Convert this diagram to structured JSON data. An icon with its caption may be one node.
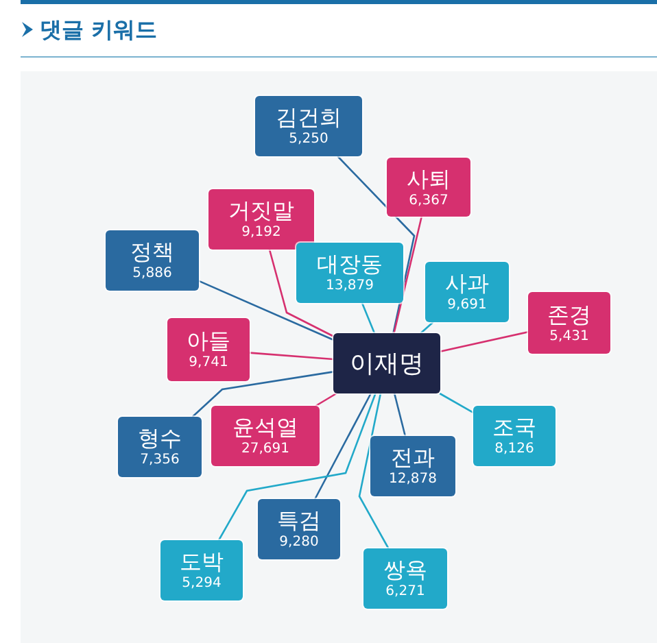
{
  "diagram": {
    "title": "댓글 키워드",
    "nodes": [
      {
        "text": [
          "김건희",
          "5,250"
        ]
      },
      {
        "text": [
          "사퇴",
          "6,367"
        ]
      },
      {
        "text": [
          "거짓말",
          "9,192"
        ]
      },
      {
        "text": [
          "정책",
          "5,886"
        ]
      },
      {
        "text": [
          "대장동",
          "13,879"
        ]
      },
      {
        "text": [
          "사과",
          "9,691"
        ]
      },
      {
        "text": [
          "존경",
          "5,431"
        ]
      },
      {
        "text": [
          "아들",
          "9,741"
        ]
      },
      {
        "text": [
          "이재명"
        ]
      },
      {
        "text": [
          "윤석열",
          "27,691"
        ]
      },
      {
        "text": [
          "형수",
          "7,356"
        ]
      },
      {
        "text": [
          "조국",
          "8,126"
        ]
      },
      {
        "text": [
          "전과",
          "12,878"
        ]
      },
      {
        "text": [
          "특검",
          "9,280"
        ]
      },
      {
        "text": [
          "도박",
          "5,294"
        ]
      },
      {
        "text": [
          "쌍욕",
          "6,271"
        ]
      }
    ],
    "edges": [
      {
        "from": 8,
        "to": 0,
        "arrow": "none",
        "color": "#2a6aa0"
      },
      {
        "from": 8,
        "to": 1,
        "arrow": "none",
        "color": "#d6306f"
      },
      {
        "from": 8,
        "to": 2,
        "arrow": "none",
        "color": "#d6306f"
      },
      {
        "from": 8,
        "to": 3,
        "arrow": "none",
        "color": "#2a6aa0"
      },
      {
        "from": 8,
        "to": 4,
        "arrow": "none",
        "color": "#22a9c9"
      },
      {
        "from": 8,
        "to": 5,
        "arrow": "none",
        "color": "#22a9c9"
      },
      {
        "from": 8,
        "to": 6,
        "arrow": "none",
        "color": "#d6306f"
      },
      {
        "from": 8,
        "to": 7,
        "arrow": "none",
        "color": "#d6306f"
      },
      {
        "from": 8,
        "to": 9,
        "arrow": "none",
        "color": "#d6306f"
      },
      {
        "from": 8,
        "to": 10,
        "arrow": "none",
        "color": "#2a6aa0"
      },
      {
        "from": 8,
        "to": 11,
        "arrow": "none",
        "color": "#22a9c9"
      },
      {
        "from": 8,
        "to": 12,
        "arrow": "none",
        "color": "#2a6aa0"
      },
      {
        "from": 8,
        "to": 13,
        "arrow": "none",
        "color": "#2a6aa0"
      },
      {
        "from": 8,
        "to": 14,
        "arrow": "none",
        "color": "#22a9c9"
      },
      {
        "from": 8,
        "to": 15,
        "arrow": "none",
        "color": "#22a9c9"
      }
    ]
  }
}
